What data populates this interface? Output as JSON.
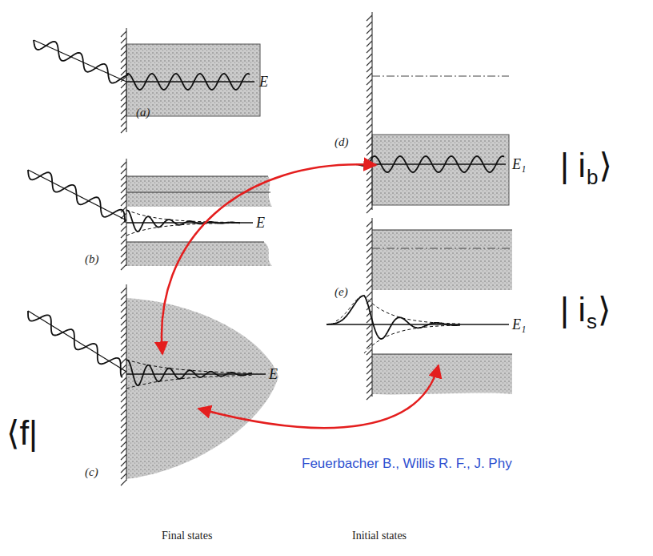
{
  "diagram": {
    "labels": [
      "(a)",
      "E",
      "(d)",
      "E₁",
      "| i",
      "b",
      "⟩",
      "(b)",
      "E",
      "(e)",
      "E₁",
      "| i",
      "s",
      "⟩",
      "⟨f|",
      "(c)",
      "E",
      "Feuerbacher B., Willis R. F., J. Phy",
      "Final states",
      "Initial states"
    ]
  }
}
